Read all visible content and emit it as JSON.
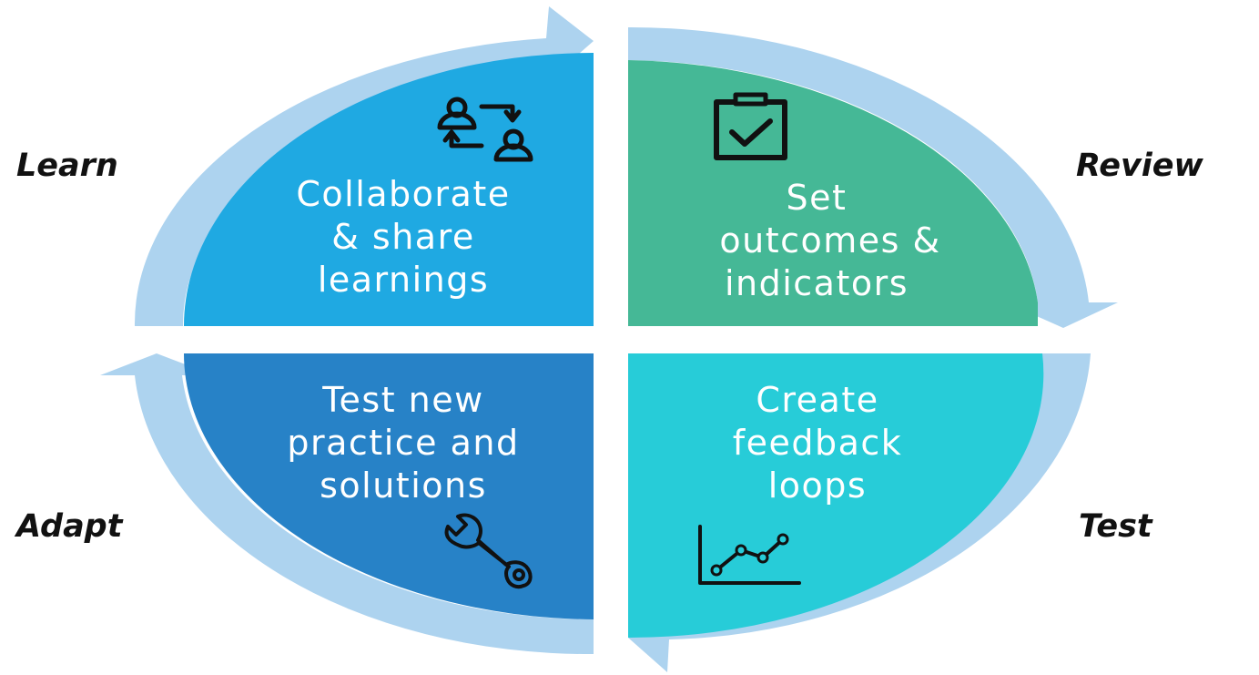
{
  "quadrants": {
    "top_left": {
      "line1": "Collaborate",
      "line2": "& share",
      "line3": "learnings",
      "icon": "collaboration-icon",
      "color": "#1FA9E2"
    },
    "top_right": {
      "line1": "Set",
      "line2": "outcomes &",
      "line3": "indicators",
      "icon": "clipboard-check-icon",
      "color": "#45B896"
    },
    "bottom_left": {
      "line1": "Test new",
      "line2": "practice and",
      "line3": "solutions",
      "icon": "wrench-icon",
      "color": "#2782C7"
    },
    "bottom_right": {
      "line1": "Create",
      "line2": "feedback",
      "line3": "loops",
      "icon": "line-chart-icon",
      "color": "#27CCD8"
    }
  },
  "phases": {
    "learn": "Learn",
    "review": "Review",
    "test": "Test",
    "adapt": "Adapt"
  },
  "arrow_color": "#ADD3EF"
}
